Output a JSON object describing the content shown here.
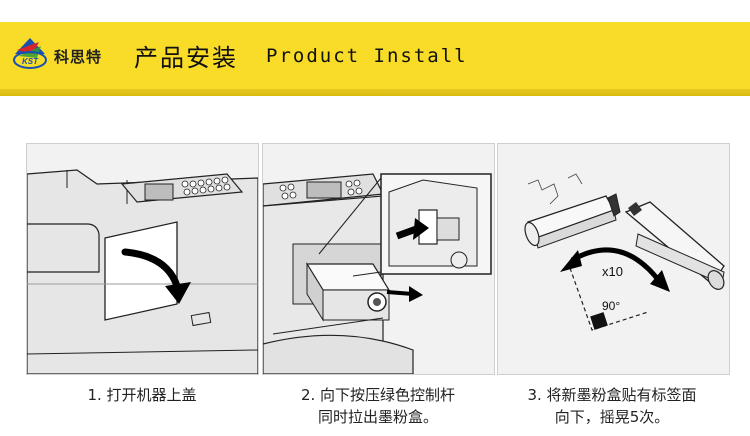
{
  "header": {
    "brand_name": "科思特",
    "brand_logo_text": "KST",
    "title_cn": "产品安装",
    "title_en": "Product Install",
    "accent_color": "#f8dc27"
  },
  "steps": [
    {
      "caption_lines": [
        "1. 打开机器上盖"
      ],
      "illustration": "open-cover-illustration"
    },
    {
      "caption_lines": [
        "2. 向下按压绿色控制杆",
        "同时拉出墨粉盒。"
      ],
      "illustration": "pull-out-toner-illustration"
    },
    {
      "caption_lines": [
        "3. 将新墨粉盒贴有标签面",
        "向下，摇晃5次。"
      ],
      "illustration": "shake-cartridge-illustration",
      "labels": {
        "shake_count": "x10",
        "angle": "90°"
      }
    }
  ]
}
